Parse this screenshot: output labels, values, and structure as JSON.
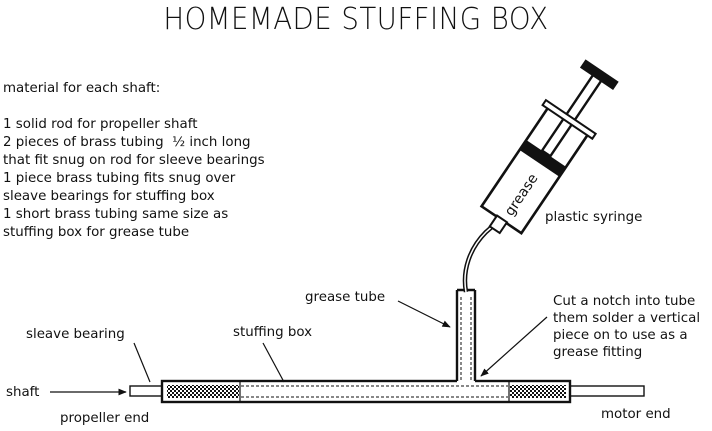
{
  "title": "HOMEMADE STUFFING BOX",
  "materials": {
    "heading": "material for each shaft:",
    "items": [
      "1 solid rod for propeller shaft",
      "2 pieces of brass tubing  ½ inch long\nthat fit snug on rod for sleeve bearings",
      "1 piece brass tubing fits snug over\nsleave bearings for stuffing box",
      "1 short brass tubing same size as\nstuffing box for grease tube"
    ]
  },
  "labels": {
    "syringe_text": "grease",
    "plastic_syringe": "plastic syringe",
    "grease_tube": "grease tube",
    "notch_note": "Cut a notch into tube\nthem solder a vertical\npiece on to use as a\ngrease fitting",
    "sleave_bearing": "sleave bearing",
    "stuffing_box": "stuffing box",
    "shaft": "shaft",
    "propeller_end": "propeller end",
    "motor_end": "motor end"
  }
}
